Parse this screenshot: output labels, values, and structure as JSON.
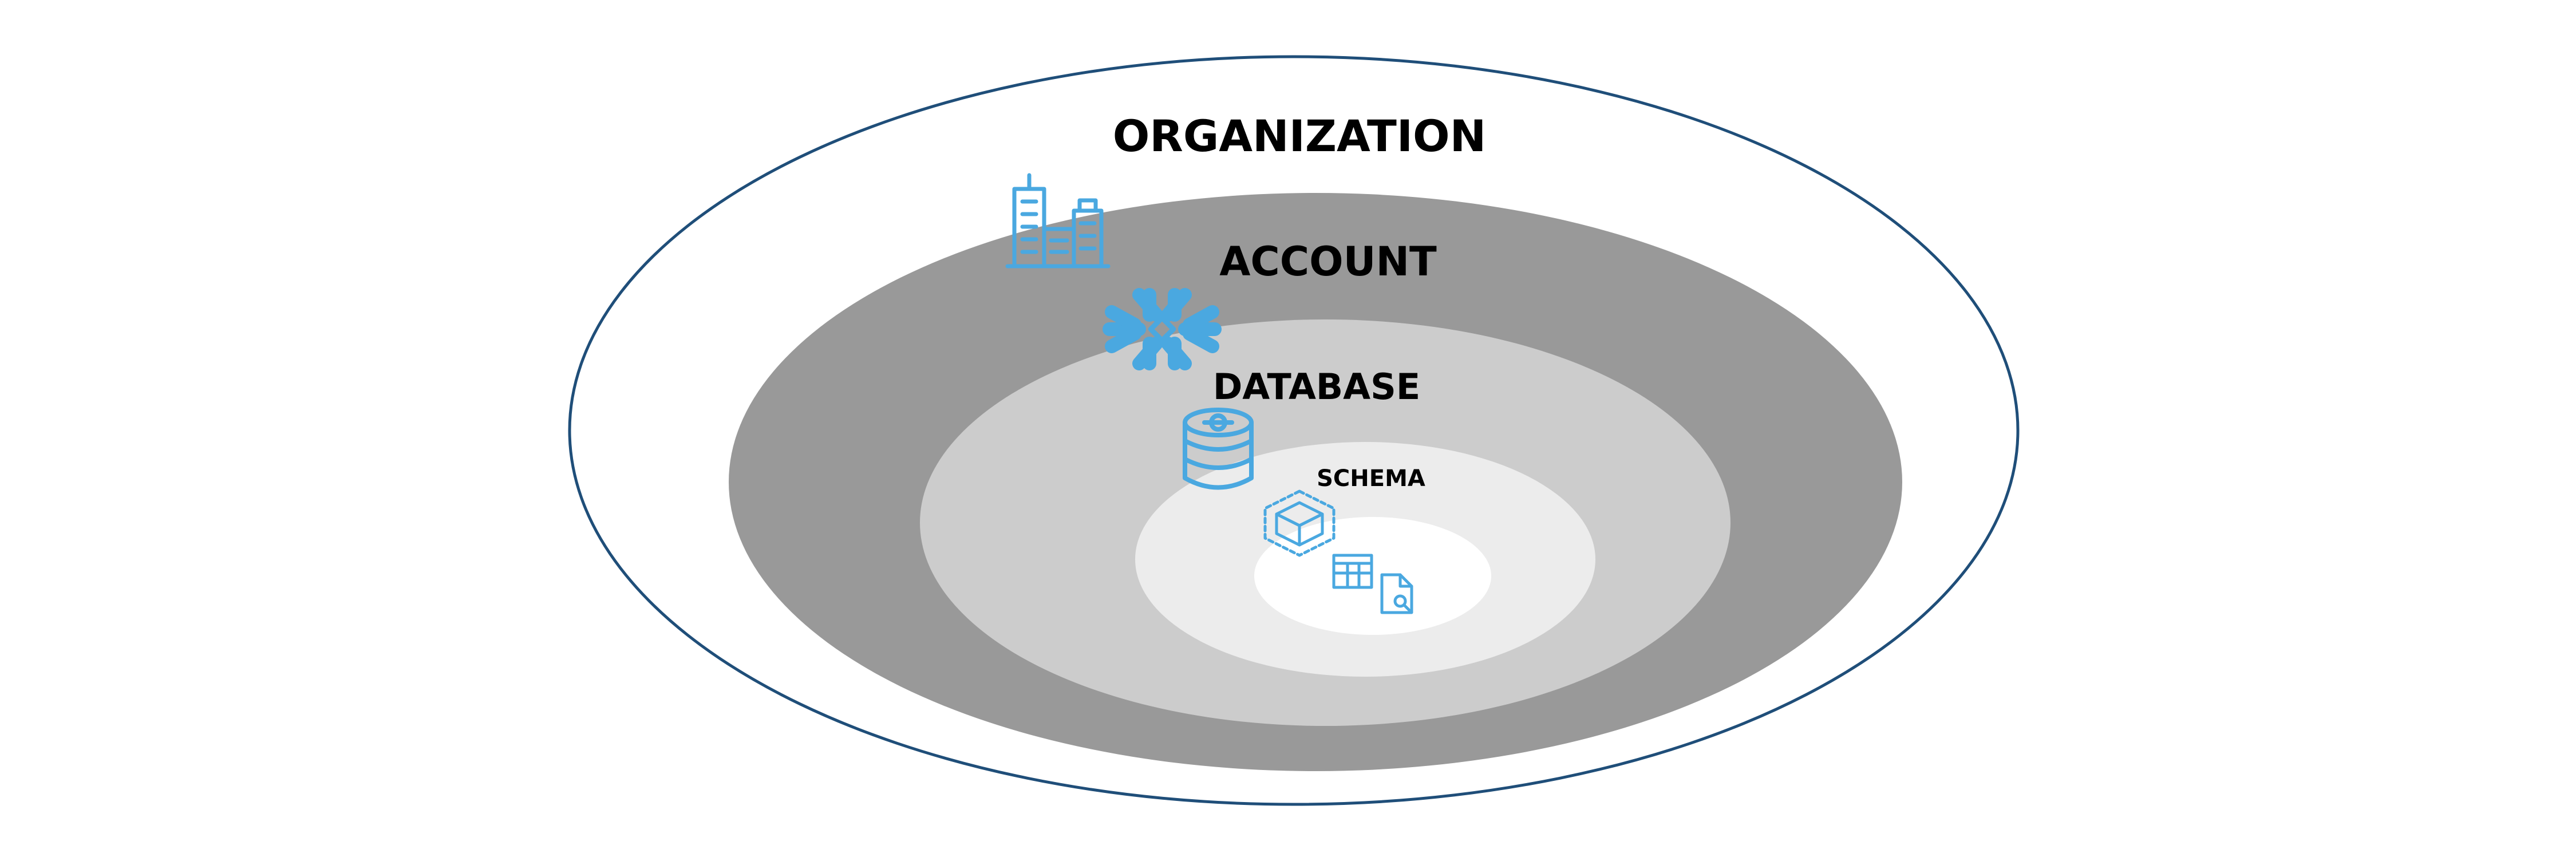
{
  "diagram": {
    "levels": [
      {
        "id": "organization",
        "label": "ORGANIZATION",
        "icon": "buildings-icon"
      },
      {
        "id": "account",
        "label": "ACCOUNT",
        "icon": "snowflake-icon"
      },
      {
        "id": "database",
        "label": "DATABASE",
        "icon": "database-icon"
      },
      {
        "id": "schema",
        "label": "SCHEMA",
        "icon": "cube-icon"
      },
      {
        "id": "objects",
        "label": "",
        "icon": "table-and-document-search-icons"
      }
    ],
    "colors": {
      "organization_ring": "#1f4e79",
      "account_fill": "#999999",
      "database_fill": "#cccccc",
      "schema_fill": "#ececec",
      "objects_fill": "#ffffff",
      "icon_blue": "#4aa8e0"
    }
  }
}
